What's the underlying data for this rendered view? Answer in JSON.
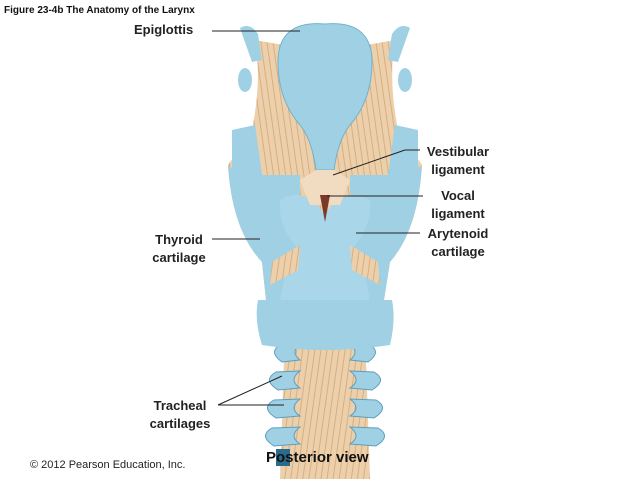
{
  "figure_title": "Figure 23-4b  The Anatomy of the Larynx",
  "labels": {
    "epiglottis": "Epiglottis",
    "vestibular_ligament": "Vestibular\nligament",
    "vocal_ligament": "Vocal\nligament",
    "arytenoid_cartilage": "Arytenoid\ncartilage",
    "thyroid_cartilage": "Thyroid\ncartilage",
    "tracheal_cartilages": "Tracheal\ncartilages"
  },
  "view_title": "Posterior view",
  "copyright": "© 2012 Pearson Education, Inc.",
  "colors": {
    "cartilage": "#9fd0e4",
    "cartilage_dark": "#6fb3cf",
    "muscle": "#e9c79e",
    "muscle_stripe": "#d4a676",
    "leader": "#222222"
  }
}
